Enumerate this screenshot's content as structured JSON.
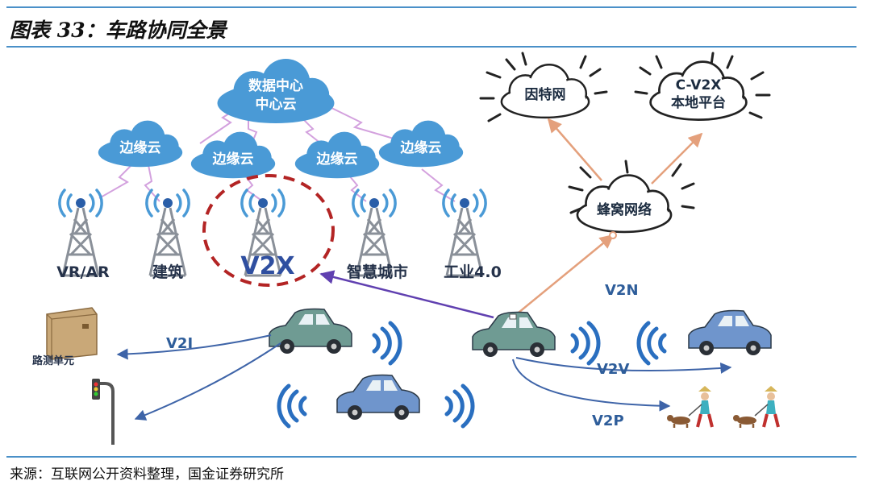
{
  "figure": {
    "title": "图表 33：车路协同全景",
    "source": "来源：互联网公开资料整理，国金证券研究所"
  },
  "diagram": {
    "data_center": {
      "line1": "数据中心",
      "line2": "中心云"
    },
    "edge_clouds": [
      "边缘云",
      "边缘云",
      "边缘云",
      "边缘云"
    ],
    "towers": [
      "VR/AR",
      "建筑",
      "V2X",
      "智慧城市",
      "工业4.0"
    ],
    "network_clouds": {
      "internet": "因特网",
      "cv2x_line1": "C-V2X",
      "cv2x_line2": "本地平台",
      "cellular": "蜂窝网络"
    },
    "rsu_label": "路测单元",
    "links": {
      "v2n": "V2N",
      "v2i": "V2I",
      "v2v": "V2V",
      "v2p": "V2P"
    },
    "colors": {
      "accent_rule": "#4a90c8",
      "blue_cloud": "#4a9ad6",
      "highlight_circle": "#b32424",
      "v2x_text": "#2f4fa0",
      "car_teal": "#6f9b93",
      "car_blue": "#6f95cc",
      "arrow_blue": "#3e64a8",
      "arrow_purple": "#6040b0",
      "arrow_orange": "#e4a07c",
      "lightning": "#c98ad6"
    }
  }
}
